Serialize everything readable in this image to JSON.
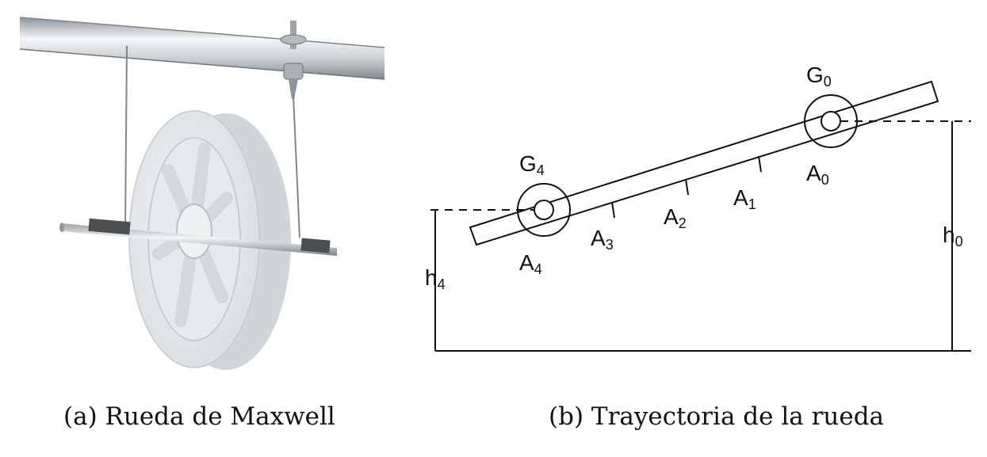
{
  "captions": {
    "a": "(a) Rueda de Maxwell",
    "b": "(b) Trayectoria de la rueda"
  },
  "diagram": {
    "labels": {
      "g0": {
        "base": "G",
        "sub": "0"
      },
      "g4": {
        "base": "G",
        "sub": "4"
      },
      "a0": {
        "base": "A",
        "sub": "0"
      },
      "a1": {
        "base": "A",
        "sub": "1"
      },
      "a2": {
        "base": "A",
        "sub": "2"
      },
      "a3": {
        "base": "A",
        "sub": "3"
      },
      "a4": {
        "base": "A",
        "sub": "4"
      },
      "h0": {
        "base": "h",
        "sub": "0"
      },
      "h4": {
        "base": "h",
        "sub": "4"
      }
    }
  },
  "colors": {
    "line": "#111111",
    "rod": "#c9cdd1",
    "wheel": "#e9ecee"
  }
}
